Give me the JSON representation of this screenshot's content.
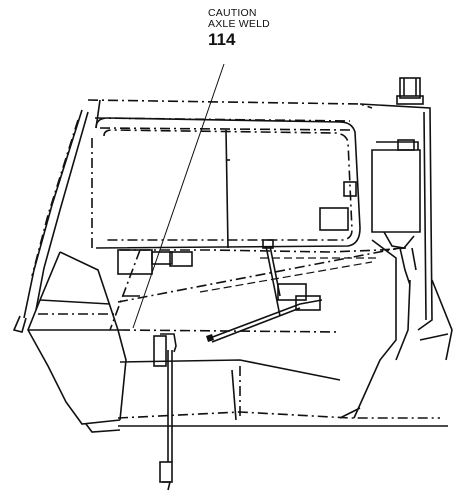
{
  "callout": {
    "line1": "CAUTION",
    "line2": "AXLE WELD",
    "item_number": "114"
  },
  "colors": {
    "ink": "#111111",
    "paper": "#ffffff"
  },
  "icons": [
    "vehicle-cab-outline",
    "gear-lever-icon",
    "hand-brake-lever-icon",
    "steering-column-icon"
  ]
}
